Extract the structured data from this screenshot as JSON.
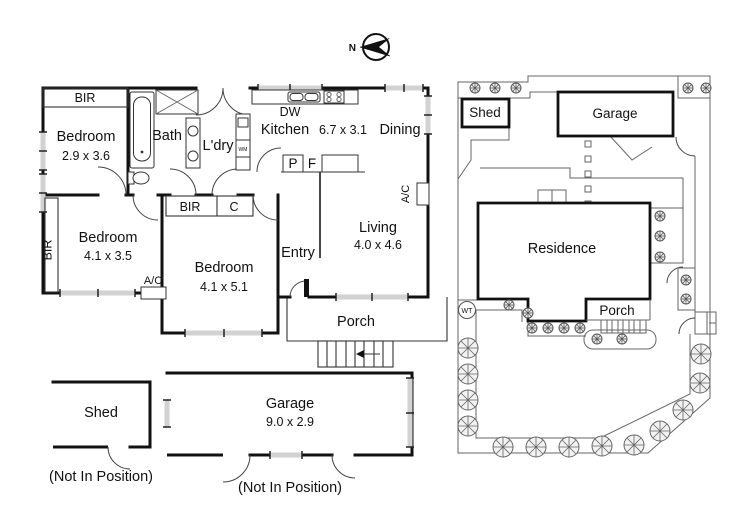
{
  "north": {
    "label": "N"
  },
  "floor_plan": {
    "bir_label": "BIR",
    "closet_label": "C",
    "bedroom1": {
      "name": "Bedroom",
      "size": "2.9 x 3.6"
    },
    "bedroom2": {
      "name": "Bedroom",
      "size": "4.1 x 3.5"
    },
    "bedroom3": {
      "name": "Bedroom",
      "size": "4.1 x 5.1"
    },
    "bath_label": "Bath",
    "laundry_label": "L'dry",
    "wm_label": "WM",
    "kitchen_label": "Kitchen",
    "kitchen_size": "6.7 x 3.1",
    "dining_label": "Dining",
    "dw_label": "DW",
    "pantry_label": "P",
    "fridge_label": "F",
    "ac_label": "A/C",
    "entry_label": "Entry",
    "living_label": "Living",
    "living_size": "4.0 x 4.6",
    "porch_label": "Porch"
  },
  "outbuildings": {
    "shed": {
      "name": "Shed",
      "note": "(Not In Position)"
    },
    "garage": {
      "name": "Garage",
      "size": "9.0 x 2.9",
      "note": "(Not In Position)"
    }
  },
  "site_plan": {
    "shed_label": "Shed",
    "garage_label": "Garage",
    "residence_label": "Residence",
    "porch_label": "Porch",
    "water_tank_label": "WT"
  },
  "colors": {
    "wall": "#111111",
    "thin_line": "#666666",
    "window": "#d2d2d2"
  }
}
